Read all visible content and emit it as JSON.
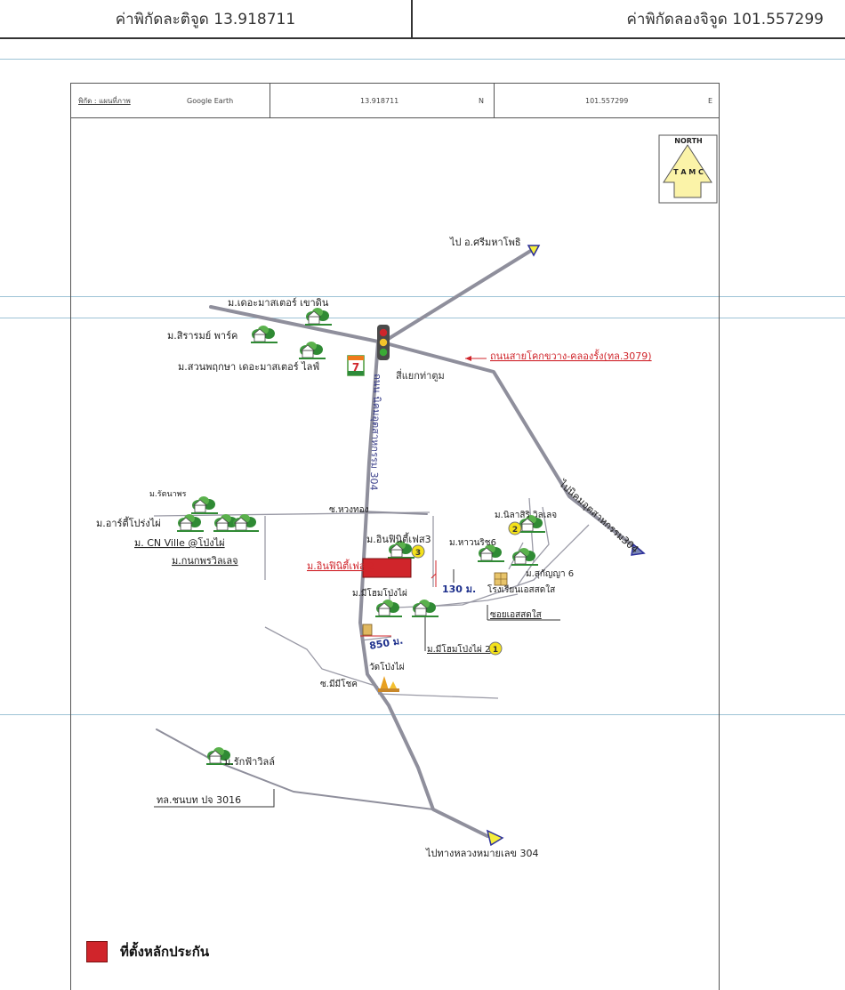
{
  "header": {
    "lat_label": "ค่าพิกัดละติจูด 13.918711",
    "lng_label": "ค่าพิกัดลองจิจูด 101.557299"
  },
  "map_header": {
    "source_label": "พิกัด : แผนที่ภาพ",
    "source": "Google Earth",
    "lat": "13.918711",
    "lat_dir": "N",
    "lng": "101.557299",
    "lng_dir": "E"
  },
  "north_badge": {
    "top": "NORTH",
    "letters": "T A M C"
  },
  "labels": {
    "to_sri_maha_phot": "ไป อ.ศรีมหาโพธิ",
    "the_master_khaodin": "ม.เดอะมาสเตอร์ เขาดิน",
    "sirarom_park": "ม.สิรารมย์ พาร์ค",
    "suan_pruksa": "ม.สวนพฤกษา เดอะมาสเตอร์ ไลฟ์",
    "road_3079": "ถนนสายโคกขวาง-คลองรั้ง(ทล.3079)",
    "tha_tum_junction": "สี่แยกท่าตูม",
    "nikhom_road": "ถนน นิคมอุตสาหกรรม 304",
    "to_industrial_304": "ไปนิคมอุตสาหกรรม304",
    "rattanaphon": "ม.รัตนาพร",
    "soi_wangthong": "ซ.หวงทอง",
    "arty_pongphai": "ม.อาร์ตี้โปร่งไผ่",
    "cn_ville": "ม. CN Ville @โป่งไผ่",
    "kanokporn_ville": "ม.กนกพรวิลเลจ",
    "inphinity_3": "ม.อินฟินิตี้เฟส3",
    "inphinity_2": "ม.อินฟินิตี้เฟส 2",
    "nilasiri": "ม.นิลาสิริ วิลเลจ",
    "havanarich_6": "ม.หาวนริช6",
    "sukanya_6": "ม.สุกัญญา 6",
    "dist_130": "130 ม.",
    "school_es": "โรงเรียนเอสสดใส",
    "soi_es": "ซอยเอสสดใส",
    "mee_home": "ม.มีโฮมโป่งไผ่",
    "dist_850": "850 ม.",
    "mee_home_2": "ม.มีโฮมโป่งไผ่ 2",
    "wat_pongphai": "วัดโป่งไผ่",
    "soi_mee_chok": "ซ.มีมีโชค",
    "rak_fa_ville": "ม.รักฟ้าวิลล์",
    "road_3016": "ทล.ชนบท ปจ 3016",
    "to_highway_304": "ไปทางหลวงหมายเลข 304",
    "store_badge": "7",
    "marker_1": "1",
    "marker_2": "2",
    "marker_3": "3"
  },
  "legend": {
    "text": "ที่ตั้งหลักประกัน"
  },
  "colors": {
    "road": "#8f8f9c",
    "road_blue": "#7a86b5",
    "accent_red": "#d0252b",
    "marker_yellow": "#f4e11a",
    "arrow_yellow": "#f5ee3c",
    "annotation_blue": "#1d2f8c"
  }
}
